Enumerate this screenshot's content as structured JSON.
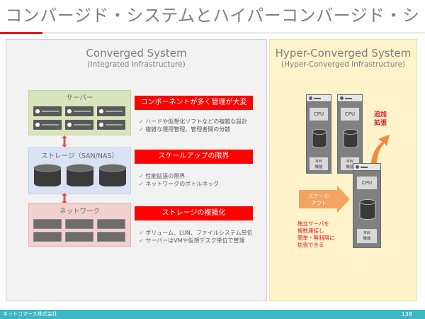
{
  "slide": {
    "title": "コンバージド・システムとハイパーコンバージド・システム"
  },
  "left": {
    "title": "Converged System",
    "subtitle": "(Integrated Infrastructure)",
    "server_label": "サーバー",
    "storage_label": "ストレージ（SAN/NAS）",
    "network_label": "ネットワーク",
    "issues": [
      {
        "label": "コンポーネントが多く管理が大変",
        "bullets": [
          "ハードや仮想化ソフトなどの複雑な設計",
          "複雑な運用管理、管理者間の分散"
        ]
      },
      {
        "label": "スケールアップの限界",
        "bullets": [
          "性能拡張の限界",
          "ネットワークのボトルネック"
        ]
      },
      {
        "label": "ストレージの複雑化",
        "bullets": [
          "ボリューム、LUN、ファイルシステム単位",
          "サーバーはVMや仮想デスク単位で管理"
        ]
      }
    ]
  },
  "right": {
    "title": "Hyper-Converged System",
    "subtitle": "(Hyper-Converged Infrastructure)",
    "cpu_label": "CPU",
    "nw_label_1": "NW",
    "nw_label_2": "機能",
    "scale_up_1": "追加",
    "scale_up_2": "拡張",
    "scale_out_1": "スケール",
    "scale_out_2": "アウト",
    "note": [
      "独立サーバを",
      "複数連結し",
      "簡単・無制限に",
      "拡張できる"
    ]
  },
  "footer": {
    "company": "ネットコマース株式会社",
    "page": "138"
  },
  "colors": {
    "accent_red": "#e8171b",
    "label_red": "#ff0000",
    "footer_teal": "#3cb7c6",
    "server_green": "#d8e4bc",
    "storage_blue": "#dae3f3",
    "network_pink": "#f2d0d0",
    "scale_orange": "#f4a460"
  }
}
